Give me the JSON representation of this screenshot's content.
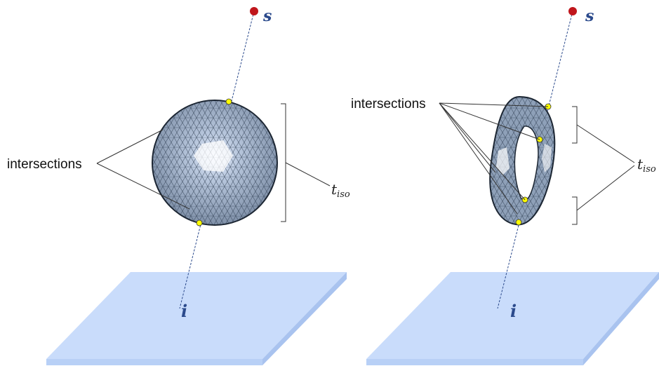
{
  "left_panel": {
    "source_label": "s",
    "image_label": "i",
    "intersections_label": "intersections",
    "t_label_main": "t",
    "t_label_sub": "iso"
  },
  "right_panel": {
    "source_label": "s",
    "image_label": "i",
    "intersections_label": "intersections",
    "t_label_main": "t",
    "t_label_sub": "iso"
  },
  "colors": {
    "source_point": "#c0161c",
    "intersection_point": "#ffff00",
    "mesh_fill": "#a9b9cf",
    "mesh_edge": "#2b3a4d",
    "plane_top": "#c9dcfb",
    "plane_side": "#a9c3ef",
    "ray": "#2b4a8c",
    "label_blue": "#2b4a8c"
  }
}
